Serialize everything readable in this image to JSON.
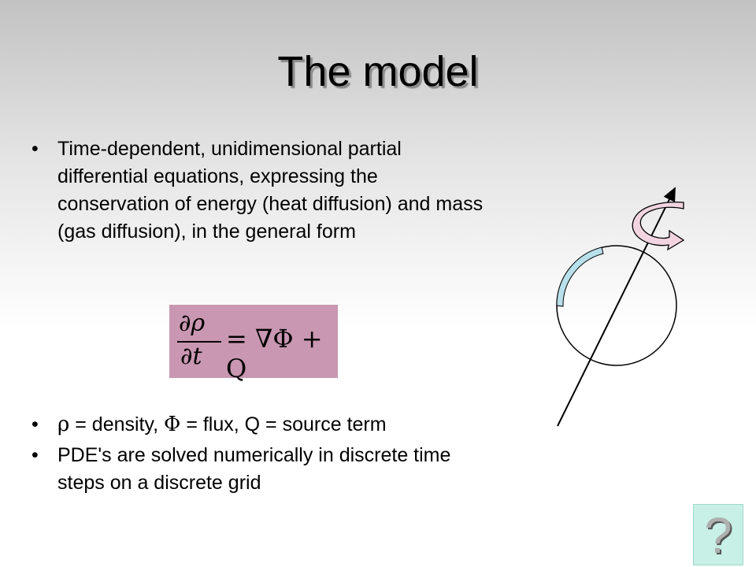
{
  "slide": {
    "title": "The model",
    "bullet_char": "•",
    "bullets_top": [
      "Time-dependent, unidimensional partial differential equations, expressing the conservation of energy (heat diffusion) and mass (gas diffusion), in the general form"
    ],
    "formula": {
      "numerator": "∂ρ",
      "denominator": "∂t",
      "rhs": "= ∇Φ + Q"
    },
    "bullet_defs": {
      "rho": "ρ",
      "rho_text": " = density, ",
      "phi": "Φ",
      "phi_text": " = flux, Q = source term"
    },
    "bullet_pde": "PDE's are solved numerically in discrete time steps on a discrete grid",
    "help_button": "?",
    "colors": {
      "formula_bg": "#c997b2",
      "arc_fill": "#b8e0ea",
      "arrow_fill": "#f2d4e0",
      "help_bg": "#c8f0e6"
    }
  }
}
